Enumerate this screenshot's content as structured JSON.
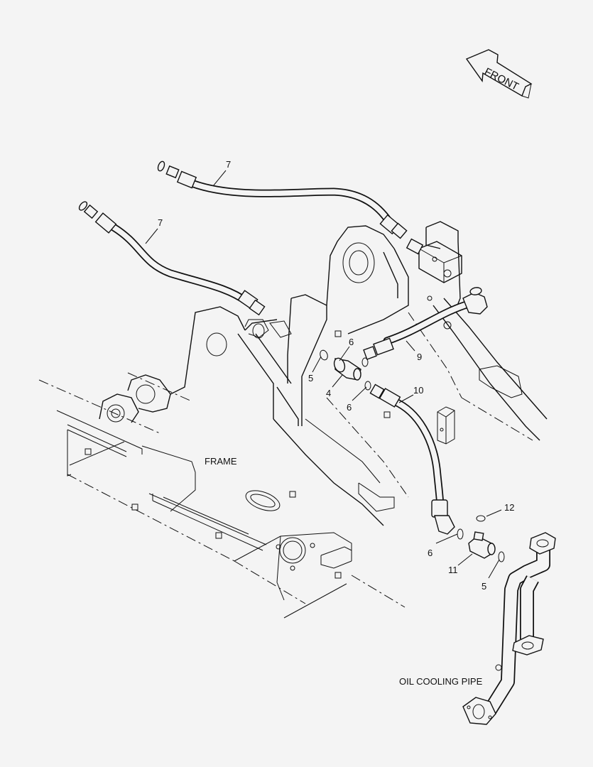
{
  "front_label": "FRONT",
  "frame_label": "FRAME",
  "oil_cooling_label": "OIL COOLING PIPE",
  "callouts": {
    "c7a": "7",
    "c7b": "7",
    "c9": "9",
    "c10": "10",
    "c6a": "6",
    "c5a": "5",
    "c4": "4",
    "c6b": "6",
    "c12": "12",
    "c6c": "6",
    "c11": "11",
    "c5b": "5"
  }
}
